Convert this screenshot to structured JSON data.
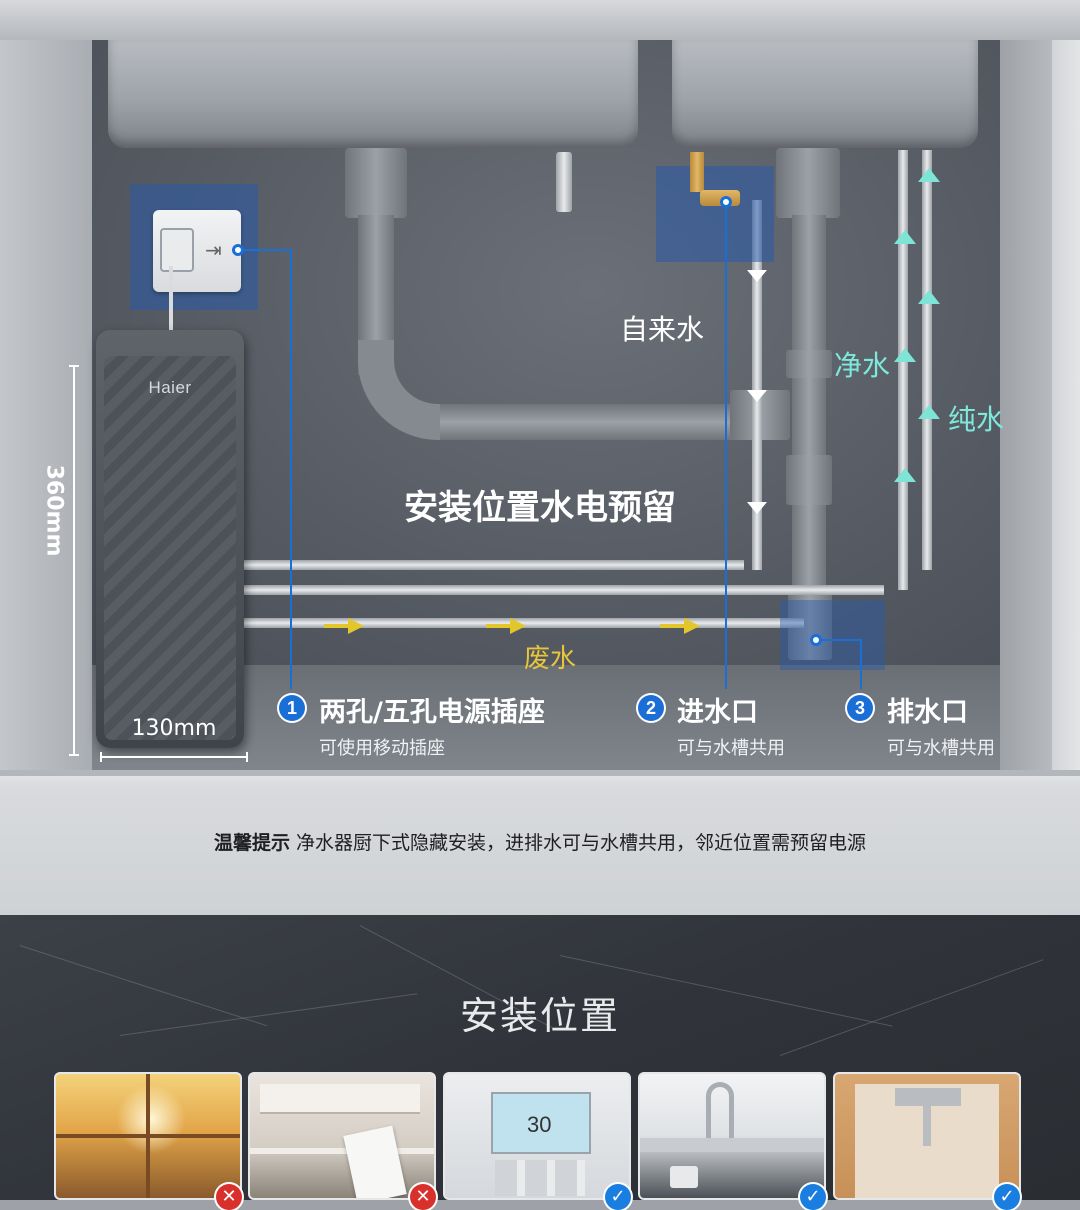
{
  "scene": {
    "brand": "Haier",
    "labels": {
      "tap_water": "自来水",
      "filtered_water": "净水",
      "pure_water": "纯水",
      "waste_water": "废水"
    },
    "headline": "安装位置水电预留",
    "dimensions": {
      "height": "360mm",
      "width": "130mm"
    },
    "points": [
      {
        "number": "1",
        "title": "两孔/五孔电源插座",
        "subtitle": "可使用移动插座"
      },
      {
        "number": "2",
        "title": "进水口",
        "subtitle": "可与水槽共用"
      },
      {
        "number": "3",
        "title": "排水口",
        "subtitle": "可与水槽共用"
      }
    ],
    "tip": {
      "label": "温馨提示",
      "text": "净水器厨下式隐藏安装，进排水可与水槽共用，邻近位置需预留电源"
    }
  },
  "install_section": {
    "title": "安装位置",
    "thumbnails": [
      {
        "name": "sunlight-window",
        "mark": "✕",
        "status": "not-suitable",
        "icon": "sunlight-icon"
      },
      {
        "name": "kitchen-counter",
        "mark": "✕",
        "status": "not-suitable",
        "icon": "kitchen-icon"
      },
      {
        "name": "control-panel",
        "mark": "✓",
        "status": "suitable",
        "icon": "panel-icon",
        "panel_value": "30"
      },
      {
        "name": "sink-faucet",
        "mark": "✓",
        "status": "suitable",
        "icon": "faucet-icon"
      },
      {
        "name": "under-cabinet",
        "mark": "✓",
        "status": "suitable",
        "icon": "cabinet-icon"
      }
    ]
  },
  "colors": {
    "accent_blue": "#1a6fd6",
    "pure_water_teal": "#7ee8dc",
    "waste_yellow": "#e8c53a",
    "reject_red": "#d9302c",
    "ok_blue": "#1a7de0"
  }
}
